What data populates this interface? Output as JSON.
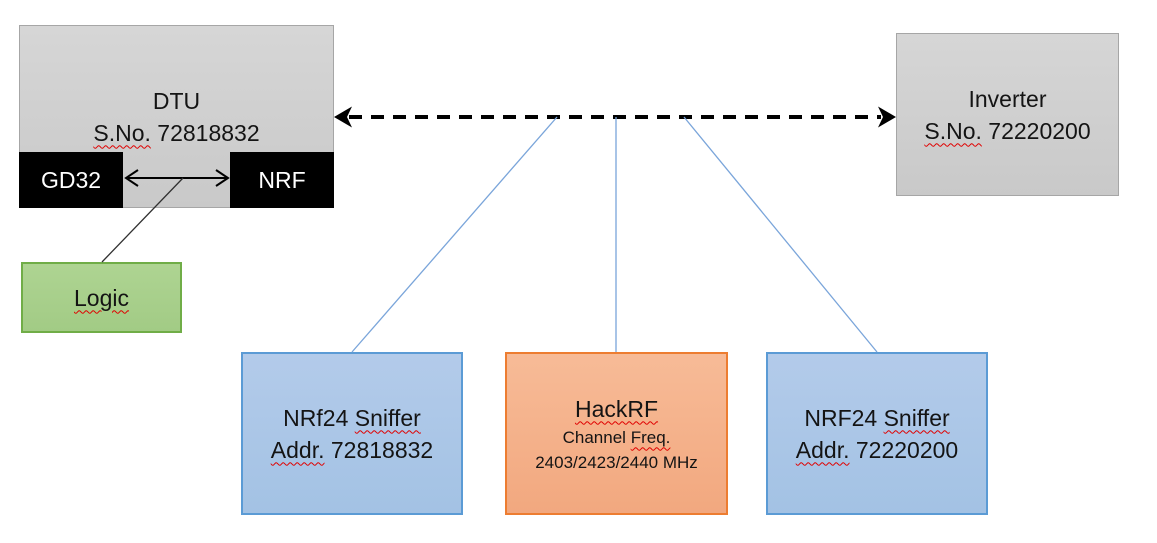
{
  "diagram": {
    "dtu": {
      "title": "DTU",
      "serial_label": "S.No.",
      "serial_value": "72818832"
    },
    "gd32": {
      "label": "GD32"
    },
    "nrf": {
      "label": "NRF"
    },
    "logic": {
      "label": "Logic"
    },
    "inverter": {
      "title": "Inverter",
      "serial_label": "S.No.",
      "serial_value": "72220200"
    },
    "sniffer1": {
      "name_prefix": "NRf24",
      "name_suffix": "Sniffer",
      "addr_label": "Addr.",
      "addr_value": "72818832"
    },
    "hackrf": {
      "title": "HackRF",
      "channel_prefix": "Channel",
      "channel_suffix": "Freq.",
      "frequencies": "2403/2423/2440 MHz"
    },
    "sniffer2": {
      "name_prefix": "NRF24",
      "name_suffix": "Sniffer",
      "addr_label": "Addr.",
      "addr_value": "72220200"
    }
  },
  "colors": {
    "gray_fill": "#cdcdcd",
    "gray_border": "#a6a6a6",
    "chip_black": "#000000",
    "chip_text": "#ffffff",
    "green_fill": "#a9d18e",
    "green_border": "#70ad47",
    "blue_fill": "#a8c6e8",
    "blue_border": "#5b9bd5",
    "orange_fill": "#f4b183",
    "orange_border": "#ed7d31",
    "connector_blue": "#7aa5da",
    "arrow_black": "#000000",
    "squiggle_red": "#e00000"
  }
}
